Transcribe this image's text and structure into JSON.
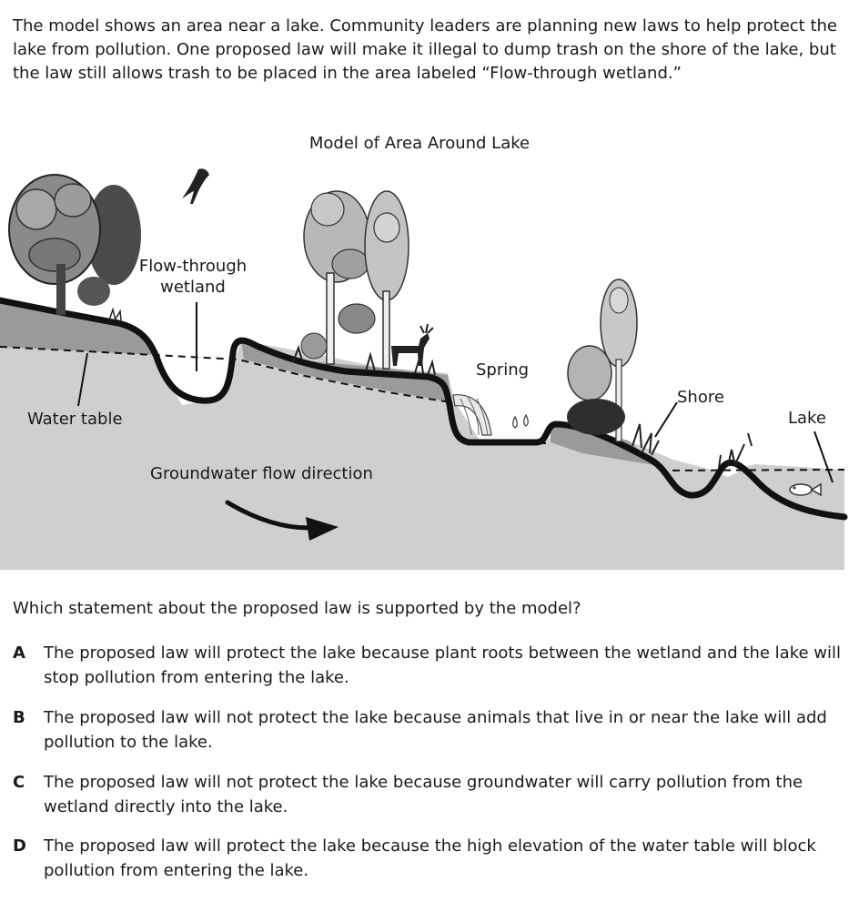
{
  "intro_text": "The model shows an area near a lake. Community leaders are planning new laws to help protect the lake from pollution. One proposed law will make it illegal to dump trash on the shore of the lake, but the law still allows trash to be placed in the area labeled “Flow-through wetland.”",
  "model": {
    "title": "Model of Area Around Lake",
    "labels": {
      "wetland_line1": "Flow-through",
      "wetland_line2": "wetland",
      "water_table": "Water table",
      "groundwater": "Groundwater flow direction",
      "spring": "Spring",
      "shore": "Shore",
      "lake": "Lake"
    }
  },
  "question": "Which statement about the proposed law is supported by the model?",
  "choices": [
    {
      "letter": "A",
      "text": "The proposed law will protect the lake because plant roots between the wetland and the lake will stop pollution from entering the lake."
    },
    {
      "letter": "B",
      "text": "The proposed law will not protect the lake because animals that live in or near the lake will add pollution to the lake."
    },
    {
      "letter": "C",
      "text": "The proposed law will not protect the lake because groundwater will carry pollution from the wetland directly into the lake."
    },
    {
      "letter": "D",
      "text": "The proposed law will protect the lake because the high elevation of the water table will block pollution from entering the lake."
    }
  ]
}
